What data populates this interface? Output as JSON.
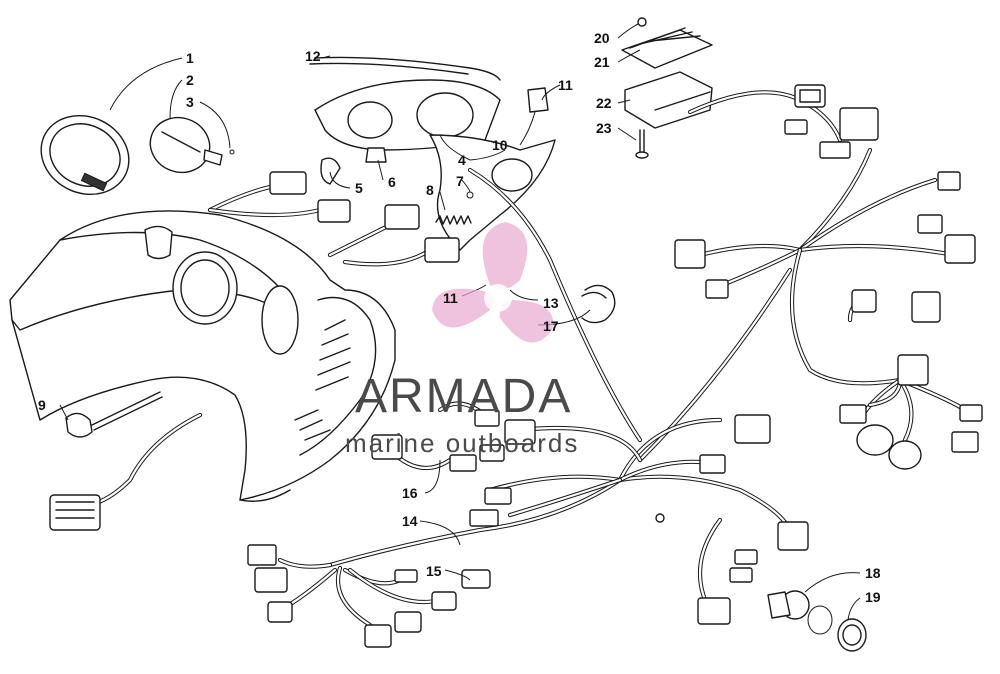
{
  "callouts": [
    {
      "id": "1",
      "label": "1"
    },
    {
      "id": "2",
      "label": "2"
    },
    {
      "id": "3",
      "label": "3"
    },
    {
      "id": "4",
      "label": "4"
    },
    {
      "id": "5",
      "label": "5"
    },
    {
      "id": "6",
      "label": "6"
    },
    {
      "id": "7",
      "label": "7"
    },
    {
      "id": "8",
      "label": "8"
    },
    {
      "id": "9",
      "label": "9"
    },
    {
      "id": "10",
      "label": "10"
    },
    {
      "id": "11a",
      "label": "11"
    },
    {
      "id": "11b",
      "label": "11"
    },
    {
      "id": "12",
      "label": "12"
    },
    {
      "id": "13",
      "label": "13"
    },
    {
      "id": "14",
      "label": "14"
    },
    {
      "id": "15",
      "label": "15"
    },
    {
      "id": "16",
      "label": "16"
    },
    {
      "id": "17",
      "label": "17"
    },
    {
      "id": "18",
      "label": "18"
    },
    {
      "id": "19",
      "label": "19"
    },
    {
      "id": "20",
      "label": "20"
    },
    {
      "id": "21",
      "label": "21"
    },
    {
      "id": "22",
      "label": "22"
    },
    {
      "id": "23",
      "label": "23"
    }
  ],
  "watermark": {
    "brand": "ARMADA",
    "tagline": "marine outboards",
    "logo_color": "#e8a8d0",
    "text_color": "#4a4a4a"
  },
  "colors": {
    "line": "#1a1a1a",
    "background": "#ffffff"
  }
}
